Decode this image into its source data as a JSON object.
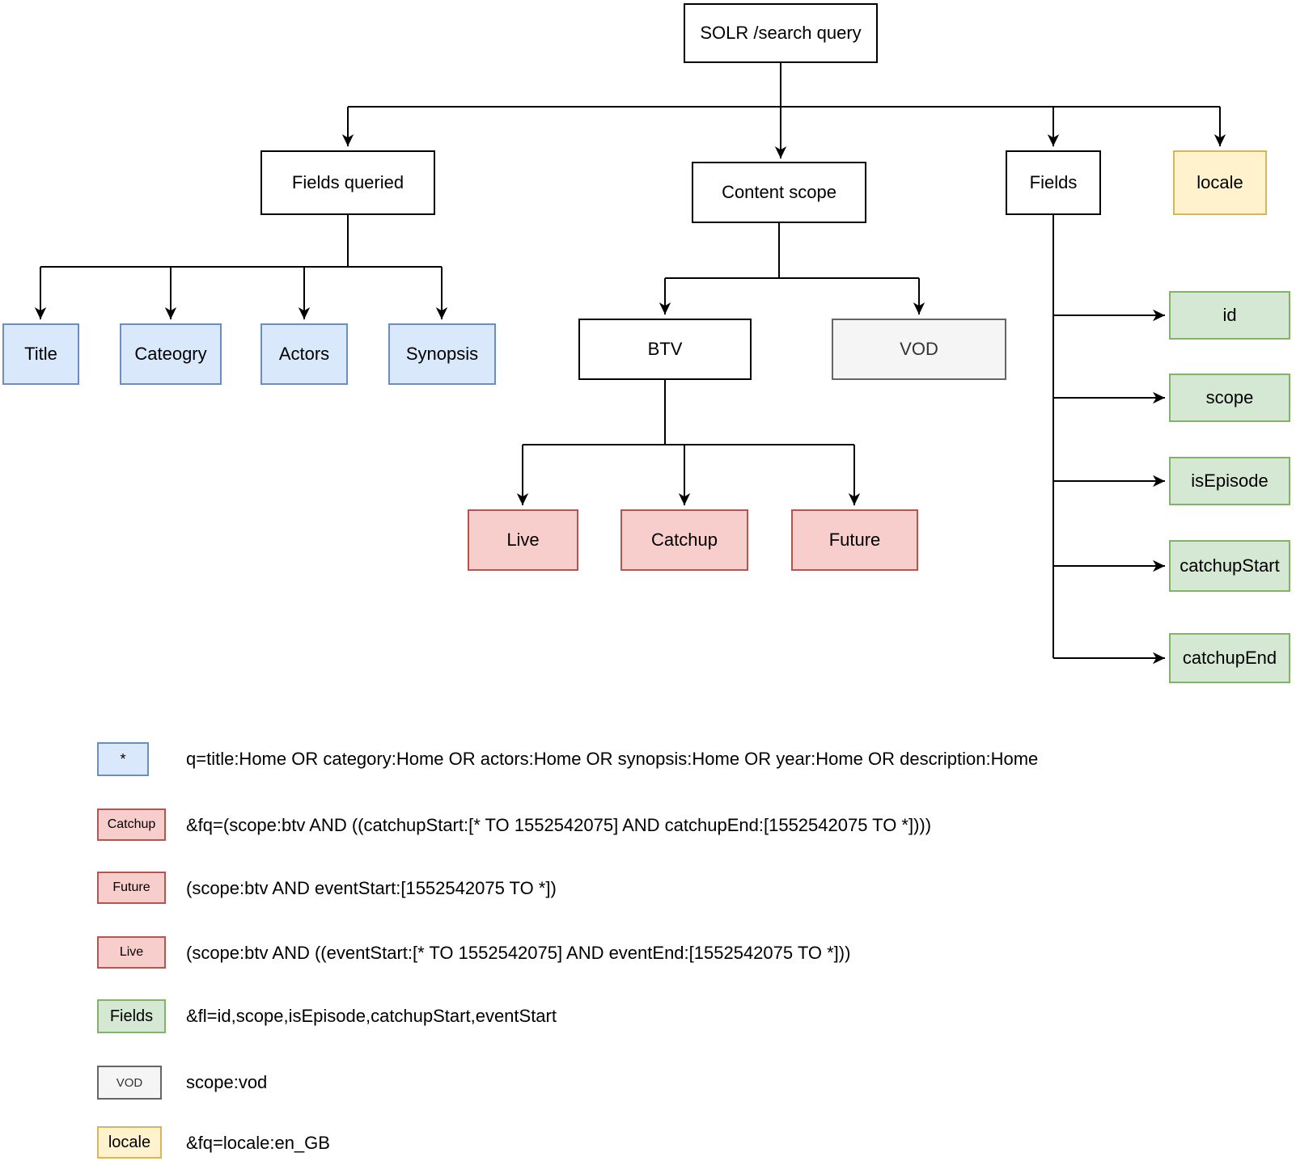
{
  "diagram": {
    "root": {
      "label": "SOLR /search query"
    },
    "level2": [
      {
        "id": "fields-queried",
        "label": "Fields queried"
      },
      {
        "id": "content-scope",
        "label": "Content scope"
      },
      {
        "id": "fields",
        "label": "Fields"
      },
      {
        "id": "locale",
        "label": "locale"
      }
    ],
    "queried_fields": [
      {
        "label": "Title"
      },
      {
        "label": "Cateogry"
      },
      {
        "label": "Actors"
      },
      {
        "label": "Synopsis"
      }
    ],
    "scopes": [
      {
        "label": "BTV"
      },
      {
        "label": "VOD"
      }
    ],
    "btv_children": [
      {
        "label": "Live"
      },
      {
        "label": "Catchup"
      },
      {
        "label": "Future"
      }
    ],
    "field_list": [
      {
        "label": "id"
      },
      {
        "label": "scope"
      },
      {
        "label": "isEpisode"
      },
      {
        "label": "catchupStart"
      },
      {
        "label": "catchupEnd"
      }
    ]
  },
  "legend": [
    {
      "swatch": "*",
      "style": "blue",
      "text": "q=title:Home OR category:Home OR actors:Home OR synopsis:Home OR year:Home OR description:Home"
    },
    {
      "swatch": "Catchup",
      "style": "red",
      "text": "&fq=(scope:btv AND ((catchupStart:[* TO 1552542075] AND catchupEnd:[1552542075 TO *])))"
    },
    {
      "swatch": "Future",
      "style": "red",
      "text": "(scope:btv AND eventStart:[1552542075 TO *])"
    },
    {
      "swatch": "Live",
      "style": "red",
      "text": "(scope:btv AND ((eventStart:[* TO 1552542075] AND eventEnd:[1552542075 TO *]))"
    },
    {
      "swatch": "Fields",
      "style": "green",
      "text": "&fl=id,scope,isEpisode,catchupStart,eventStart"
    },
    {
      "swatch": "VOD",
      "style": "gray",
      "text": "scope:vod"
    },
    {
      "swatch": "locale",
      "style": "yellow",
      "text": "&fq=locale:en_GB"
    }
  ],
  "colors": {
    "blue_fill": "#dae8fc",
    "blue_stroke": "#6c8ebf",
    "red_fill": "#f8cecc",
    "red_stroke": "#b85450",
    "green_fill": "#d5e8d4",
    "green_stroke": "#82b366",
    "yellow_fill": "#fff2cc",
    "yellow_stroke": "#d6b656",
    "gray_fill": "#f5f5f5",
    "gray_stroke": "#666666",
    "line": "#000000"
  }
}
